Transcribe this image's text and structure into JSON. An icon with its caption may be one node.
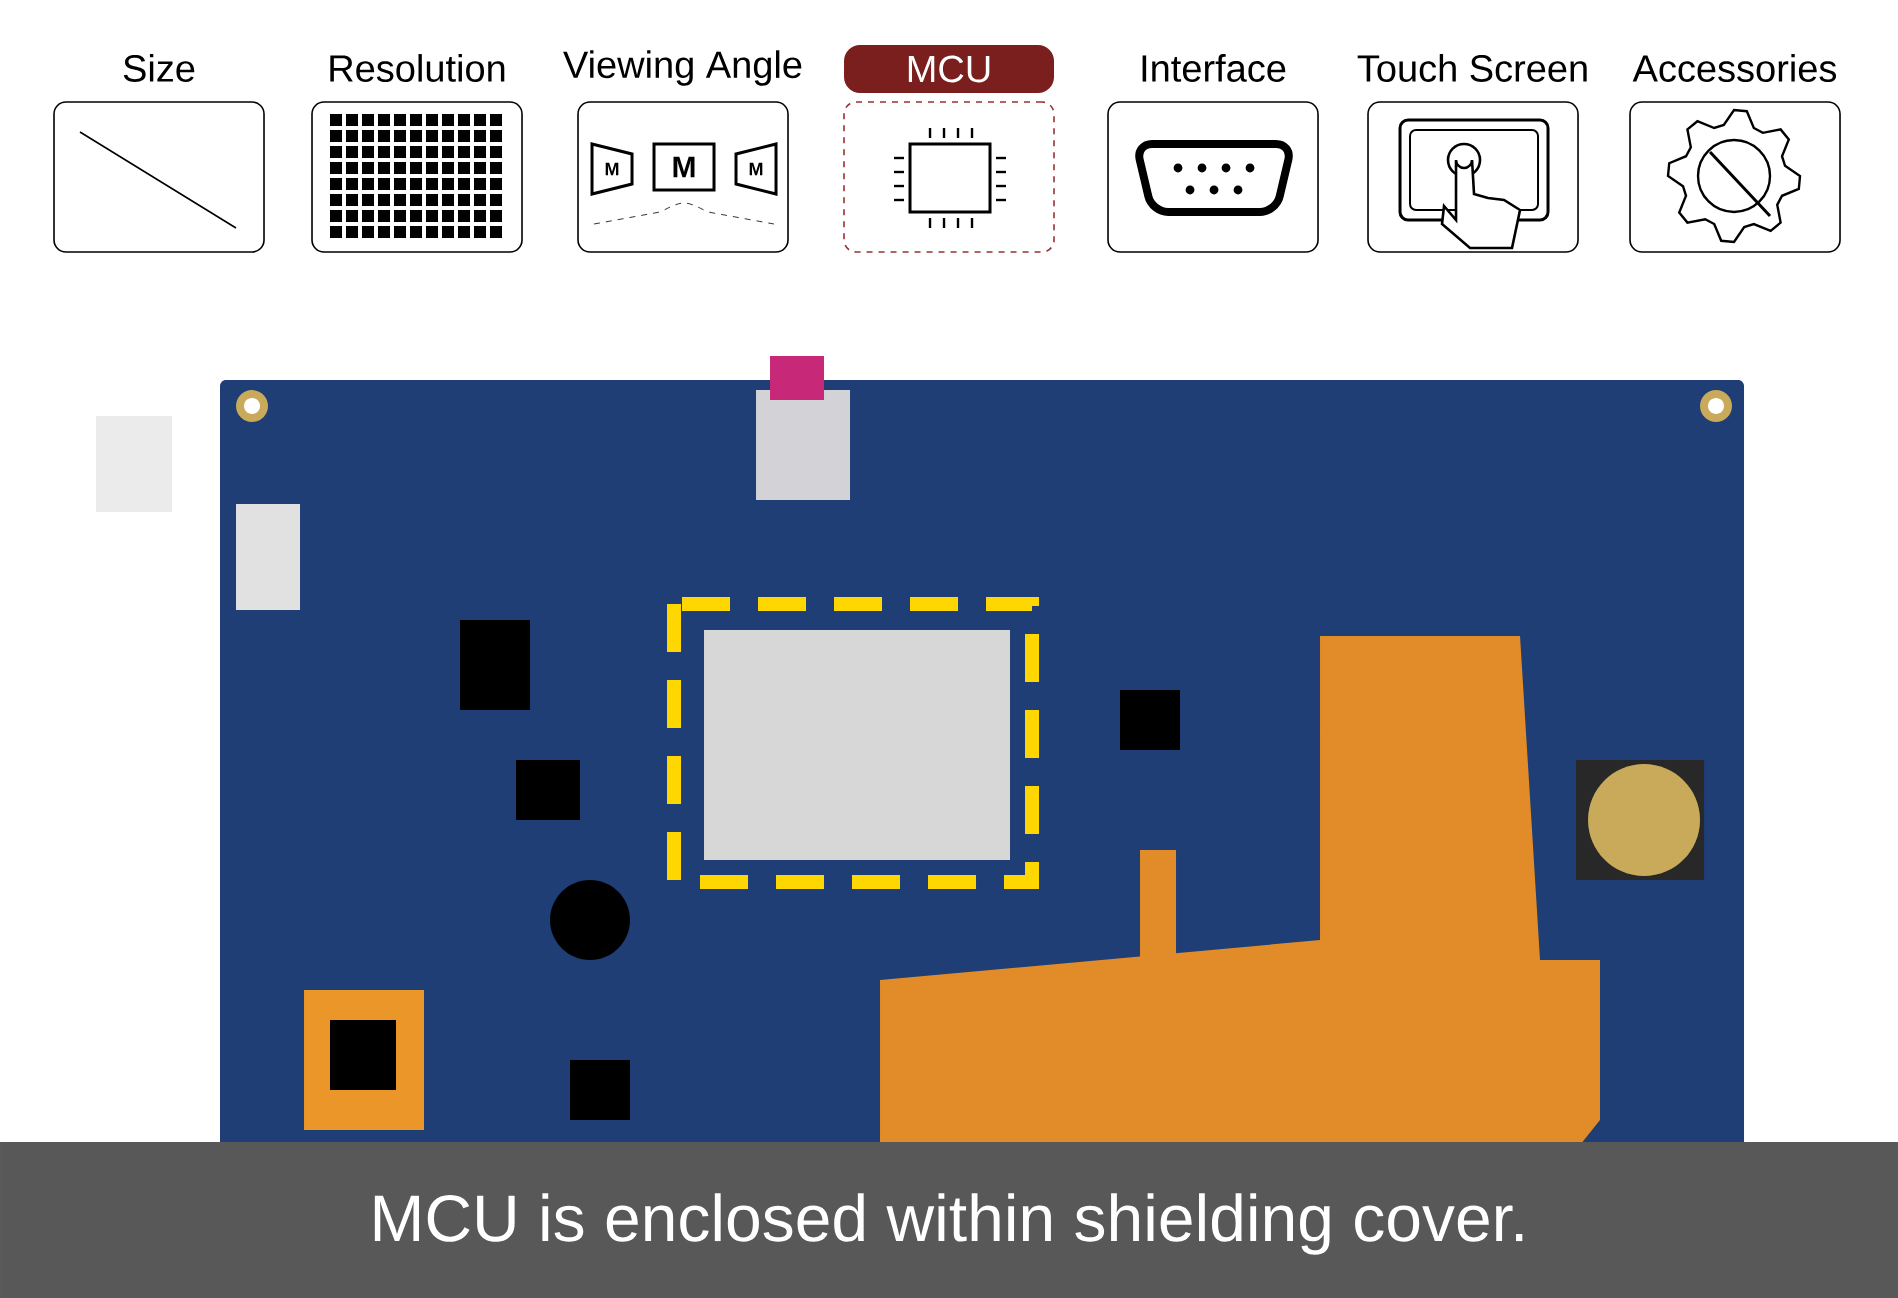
{
  "diagram": {
    "caption": "MCU is enclosed within shielding cover.",
    "nodes": [
      {
        "text": [
          "Size"
        ]
      },
      {
        "text": [
          "Resolution"
        ]
      },
      {
        "text": [
          "Viewing Angle"
        ]
      },
      {
        "text": [
          "MCU"
        ]
      },
      {
        "text": [
          "Interface"
        ]
      },
      {
        "text": [
          "Touch Screen"
        ]
      },
      {
        "text": [
          "Accessories"
        ]
      }
    ],
    "labels": [
      "M",
      "M",
      "M"
    ]
  }
}
